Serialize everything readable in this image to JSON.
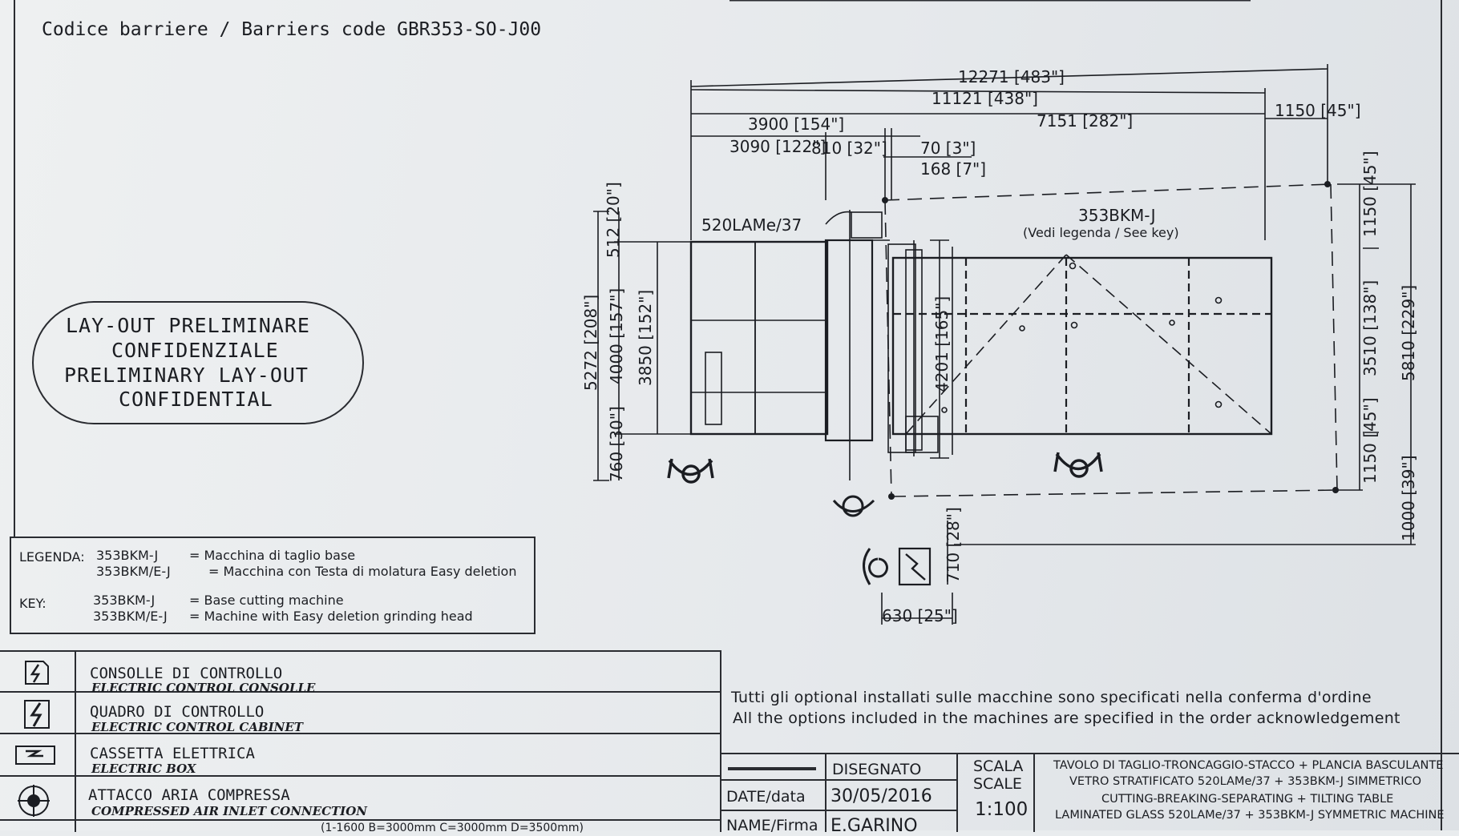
{
  "header": {
    "code_title": "Codice barriere / Barriers code GBR353-SO-J00"
  },
  "watermark": {
    "line1": "LAY-OUT PRELIMINARE",
    "line2": "CONFIDENZIALE",
    "line3": "PRELIMINARY LAY-OUT",
    "line4": "CONFIDENTIAL"
  },
  "drawing": {
    "machine_left_label": "520LAMe/37",
    "machine_right_label": "353BKM-J",
    "machine_right_sub": "(Vedi legenda / See key)",
    "dims_top": {
      "d1": "12271 [483\"]",
      "d2": "11121 [438\"]",
      "d3": "3900 [154\"]",
      "d4": "7151 [282\"]",
      "d5": "1150 [45\"]",
      "d6": "3090 [122\"]",
      "d7": "810 [32\"]",
      "d8": "70 [3\"]",
      "d9": "168 [7\"]"
    },
    "dims_left": {
      "d1": "5272 [208\"]",
      "d2": "512 [20\"]",
      "d3": "4000 [157\"]",
      "d4": "3850 [152\"]",
      "d5": "760 [30\"]",
      "d6": "4201 [165\"]"
    },
    "dims_right": {
      "d1": "1150 [45\"]",
      "d2": "3510 [138\"]",
      "d3": "5810 [229\"]",
      "d4": "1150 [45\"]",
      "d5": "1000 [39\"]"
    },
    "dims_bottom": {
      "d1": "710 [28\"]",
      "d2": "630 [25\"]"
    }
  },
  "legend": {
    "title": "LEGENDA:",
    "r1_code": "353BKM-J",
    "r1_desc": "= Macchina di taglio base",
    "r2_code": "353BKM/E-J",
    "r2_desc": "= Macchina con Testa di molatura Easy deletion",
    "key_title": "KEY:",
    "k1_code": "353BKM-J",
    "k1_desc": "= Base cutting machine",
    "k2_code": "353BKM/E-J",
    "k2_desc": "= Machine with Easy deletion grinding head"
  },
  "symbols": [
    {
      "icon": "console-bolt-icon",
      "it": "CONSOLLE DI CONTROLLO",
      "en": "ELECTRIC CONTROL CONSOLLE"
    },
    {
      "icon": "cabinet-bolt-icon",
      "it": "QUADRO DI CONTROLLO",
      "en": "ELECTRIC CONTROL CABINET"
    },
    {
      "icon": "box-bolt-icon",
      "it": "CASSETTA ELETTRICA",
      "en": "ELECTRIC BOX"
    },
    {
      "icon": "air-inlet-icon",
      "it": "ATTACCO ARIA COMPRESSA",
      "en": "COMPRESSED AIR INLET CONNECTION"
    }
  ],
  "bottom_cut_text": "(1-1600    B=3000mm  C=3000mm  D=3500mm)",
  "notes": {
    "it": "Tutti gli optional installati sulle macchine sono specificati nella conferma d'ordine",
    "en": "All the options included in the machines are specified in the order acknowledgement"
  },
  "title_block": {
    "drawn_label": "DISEGNATO",
    "date_label": "DATE/data",
    "date_value": "30/05/2016",
    "name_label": "NAME/Firma",
    "name_value": "E.GARINO",
    "scale_label_it": "SCALA",
    "scale_label_en": "SCALE",
    "scale_value": "1:100",
    "desc1": "TAVOLO DI TAGLIO-TRONCAGGIO-STACCO + PLANCIA BASCULANTE",
    "desc2": "VETRO STRATIFICATO 520LAMe/37 + 353BKM-J SIMMETRICO",
    "desc3": "CUTTING-BREAKING-SEPARATING + TILTING TABLE",
    "desc4": "LAMINATED GLASS 520LAMe/37 + 353BKM-J SYMMETRIC MACHINE"
  },
  "colors": {
    "ink": "#1b1d22",
    "paper": "#e9ecee"
  }
}
